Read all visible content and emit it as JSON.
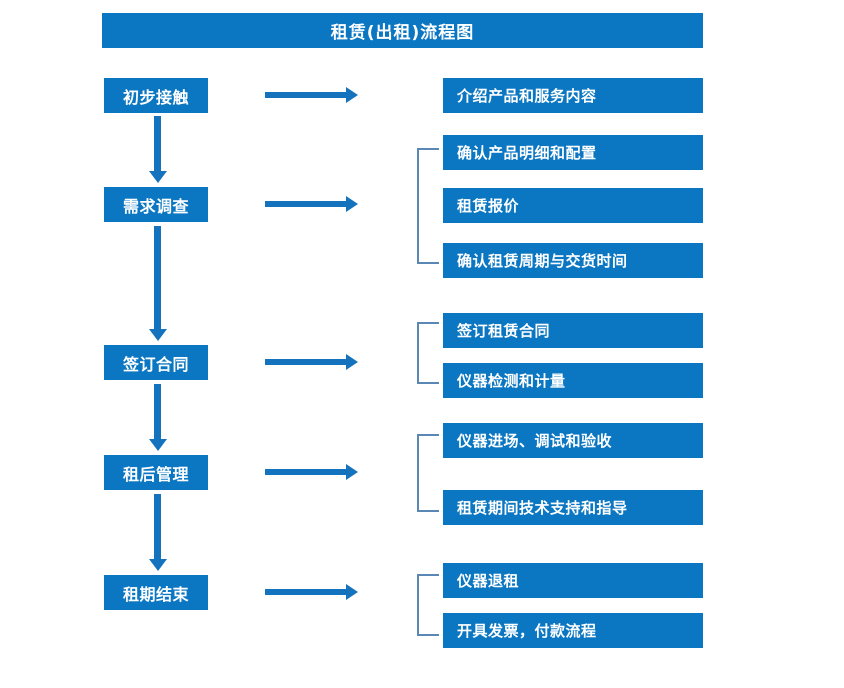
{
  "title": "租赁(出租)流程图",
  "colors": {
    "box_fill": "#0b77c2",
    "box_text": "#ffffff",
    "arrow": "#1573bd",
    "bracket": "#5b87b5",
    "background": "#ffffff"
  },
  "stages": [
    {
      "label": "初步接触"
    },
    {
      "label": "需求调查"
    },
    {
      "label": "签订合同"
    },
    {
      "label": "租后管理"
    },
    {
      "label": "租期结束"
    }
  ],
  "details": [
    {
      "label": "介绍产品和服务内容"
    },
    {
      "label": "确认产品明细和配置"
    },
    {
      "label": "租赁报价"
    },
    {
      "label": "确认租赁周期与交货时间"
    },
    {
      "label": "签订租赁合同"
    },
    {
      "label": "仪器检测和计量"
    },
    {
      "label": "仪器进场、调试和验收"
    },
    {
      "label": "租赁期间技术支持和指导"
    },
    {
      "label": "仪器退租"
    },
    {
      "label": "开具发票，付款流程"
    }
  ],
  "connectors": {
    "vertical_arrow_count": 4,
    "horizontal_arrow_count": 5,
    "bracket_count": 4,
    "bracket_groups": [
      {
        "details": [
          "确认产品明细和配置",
          "租赁报价",
          "确认租赁周期与交货时间"
        ]
      },
      {
        "details": [
          "签订租赁合同",
          "仪器检测和计量"
        ]
      },
      {
        "details": [
          "仪器进场、调试和验收",
          "租赁期间技术支持和指导"
        ]
      },
      {
        "details": [
          "仪器退租",
          "开具发票，付款流程"
        ]
      }
    ]
  },
  "flow": [
    {
      "stage": "初步接触",
      "details": [
        "介绍产品和服务内容"
      ]
    },
    {
      "stage": "需求调查",
      "details": [
        "确认产品明细和配置",
        "租赁报价",
        "确认租赁周期与交货时间"
      ]
    },
    {
      "stage": "签订合同",
      "details": [
        "签订租赁合同",
        "仪器检测和计量"
      ]
    },
    {
      "stage": "租后管理",
      "details": [
        "仪器进场、调试和验收",
        "租赁期间技术支持和指导"
      ]
    },
    {
      "stage": "租期结束",
      "details": [
        "仪器退租",
        "开具发票，付款流程"
      ]
    }
  ]
}
